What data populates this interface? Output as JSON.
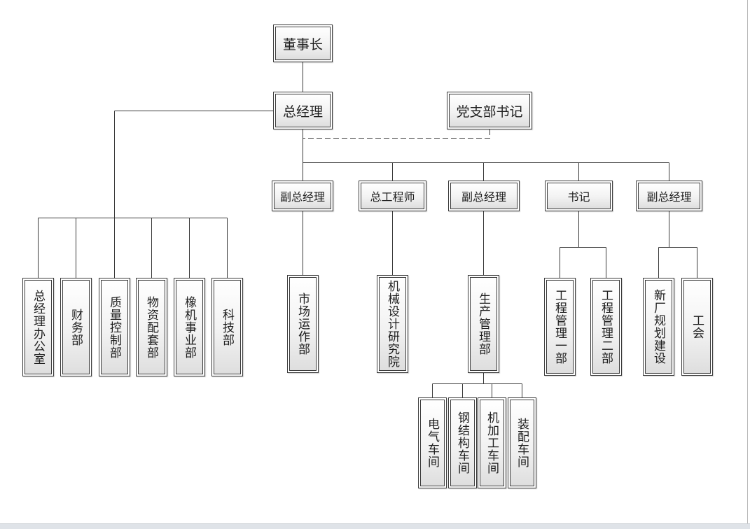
{
  "org": {
    "chairman": "董事长",
    "general_manager": "总经理",
    "party_branch_secretary": "党支部书记",
    "gm_departments": [
      "总经理办公室",
      "财务部",
      "质量控制部",
      "物资配套部",
      "橡机事业部",
      "科技部"
    ],
    "level2": [
      {
        "title": "副总经理",
        "units": [
          "市场运作部"
        ]
      },
      {
        "title": "总工程师",
        "units": [
          "机械设计研究院"
        ]
      },
      {
        "title": "副总经理",
        "units": [
          "生产管理部"
        ],
        "workshops": [
          "电气车间",
          "钢结构车间",
          "机加工车间",
          "装配车间"
        ]
      },
      {
        "title": "书记",
        "units": [
          "工程管理一部",
          "工程管理二部"
        ]
      },
      {
        "title": "副总经理",
        "units": [
          "新厂规划建设",
          "工会"
        ]
      }
    ]
  }
}
